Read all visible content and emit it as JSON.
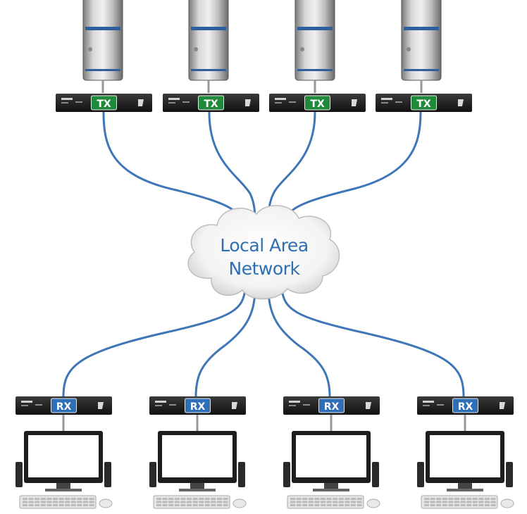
{
  "cloud": {
    "line1": "Local Area",
    "line2": "Network"
  },
  "transmitters": [
    {
      "label": "TX"
    },
    {
      "label": "TX"
    },
    {
      "label": "TX"
    },
    {
      "label": "TX"
    }
  ],
  "receivers": [
    {
      "label": "RX"
    },
    {
      "label": "RX"
    },
    {
      "label": "RX"
    },
    {
      "label": "RX"
    }
  ],
  "colors": {
    "cable": "#3f76b8",
    "tx_badge": "#1f8a3a",
    "rx_badge": "#2f6fb8",
    "cloud_text": "#2e6fb2",
    "unit_body": "#1d1d1d"
  }
}
